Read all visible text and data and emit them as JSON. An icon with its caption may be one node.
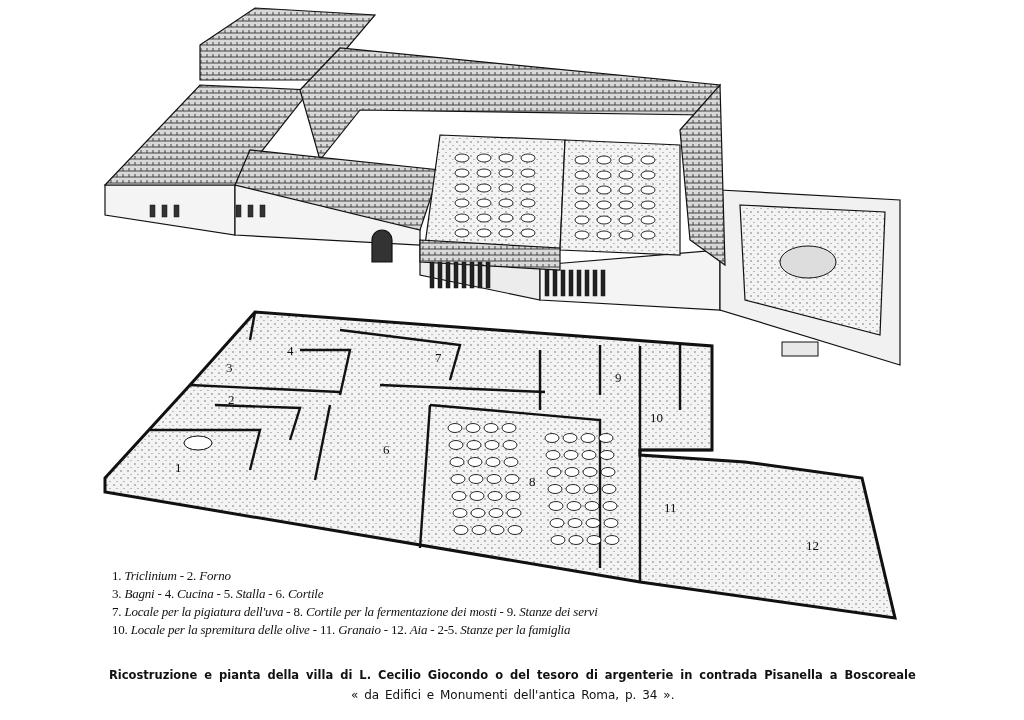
{
  "diagram": {
    "caption": "Ricostruzione e pianta della villa di L. Cecilio Giocondo o del tesoro di argenterie in contrada Pisanella a Boscoreale",
    "labels": [
      "4",
      "7",
      "3",
      "9",
      "2",
      "10",
      "6",
      "1",
      "8",
      "11",
      "12",
      "1. *Triclinium* - 2. *Forno*",
      "3. *Bagni* - 4. *Cucina* - 5. *Stalla* - 6. *Cortile*",
      "7. *Locale per la pigiatura dell'uva* - 8. *Cortile per la fermentazione dei mosti* - 9. *Stanze dei servi*",
      "10. *Locale per la spremitura delle olive* - 11. *Granaio* - 12. *Aia* - 2-5. *Stanze per la famiglia*",
      "« da Edifici e Monumenti dell'antica Roma, p. 34 »."
    ]
  }
}
